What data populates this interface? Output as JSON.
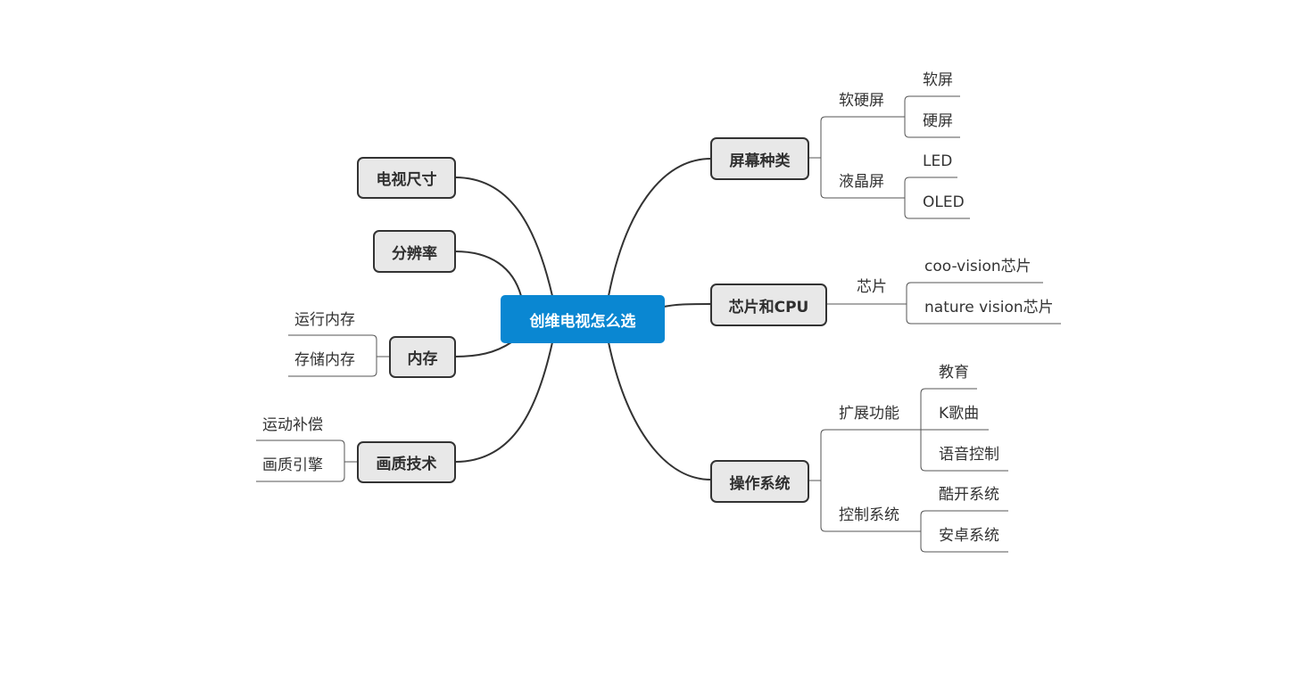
{
  "root": "创维电视怎么选",
  "right": {
    "screen": {
      "label": "屏幕种类",
      "soft_hard": {
        "label": "软硬屏",
        "items": [
          "软屏",
          "硬屏"
        ]
      },
      "lcd": {
        "label": "液晶屏",
        "items": [
          "LED",
          "OLED"
        ]
      }
    },
    "chip": {
      "label": "芯片和CPU",
      "core": {
        "label": "芯片",
        "items": [
          "coo-vision芯片",
          "nature vision芯片"
        ]
      }
    },
    "os": {
      "label": "操作系统",
      "extend": {
        "label": "扩展功能",
        "items": [
          "教育",
          "K歌曲",
          "语音控制"
        ]
      },
      "control": {
        "label": "控制系统",
        "items": [
          "酷开系统",
          "安卓系统"
        ]
      }
    }
  },
  "left": {
    "size": {
      "label": "电视尺寸"
    },
    "resolution": {
      "label": "分辨率"
    },
    "memory": {
      "label": "内存",
      "items": [
        "运行内存",
        "存储内存"
      ]
    },
    "quality": {
      "label": "画质技术",
      "items": [
        "运动补偿",
        "画质引擎"
      ]
    }
  },
  "colors": {
    "root_bg": "#0a87d2",
    "main_bg": "#e8e8e8",
    "line": "#333333"
  }
}
